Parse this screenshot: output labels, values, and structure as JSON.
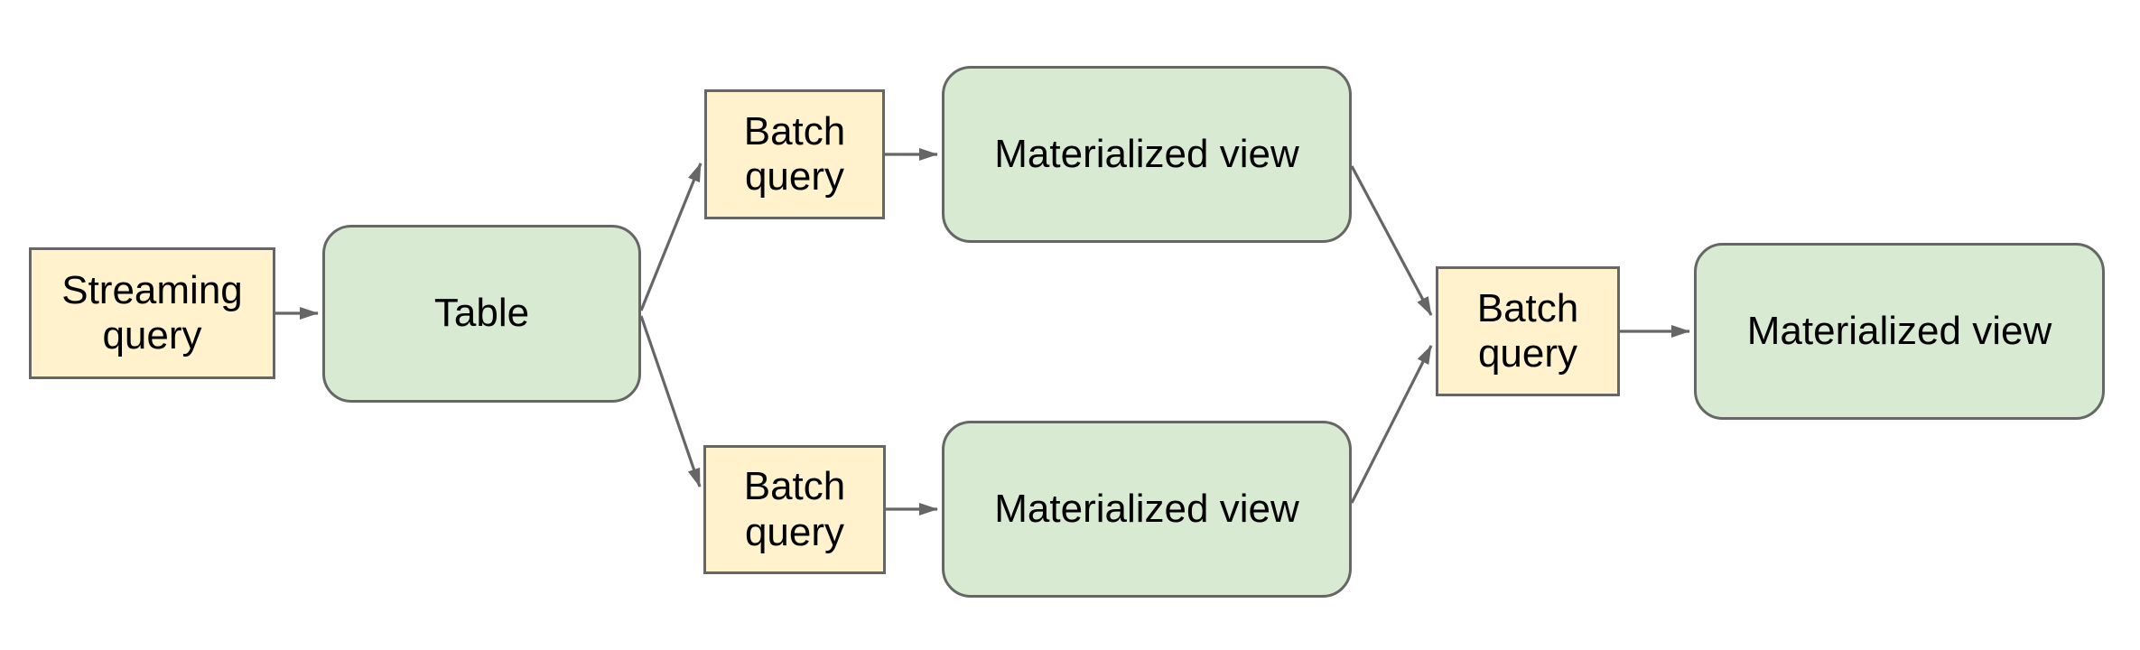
{
  "diagram": {
    "type": "flow-diagram",
    "nodes": {
      "streaming_query": {
        "label": "Streaming query",
        "shape": "rectangle",
        "fill": "#fff2cc"
      },
      "table": {
        "label": "Table",
        "shape": "rounded-rectangle",
        "fill": "#d9ead3"
      },
      "batch_query_top": {
        "label": "Batch query",
        "shape": "rectangle",
        "fill": "#fff2cc"
      },
      "materialized_view_top": {
        "label": "Materialized view",
        "shape": "rounded-rectangle",
        "fill": "#d9ead3"
      },
      "batch_query_bottom": {
        "label": "Batch query",
        "shape": "rectangle",
        "fill": "#fff2cc"
      },
      "materialized_view_bottom": {
        "label": "Materialized view",
        "shape": "rounded-rectangle",
        "fill": "#d9ead3"
      },
      "batch_query_merge": {
        "label": "Batch query",
        "shape": "rectangle",
        "fill": "#fff2cc"
      },
      "materialized_view_final": {
        "label": "Materialized view",
        "shape": "rounded-rectangle",
        "fill": "#d9ead3"
      }
    },
    "edges": [
      {
        "from": "streaming_query",
        "to": "table"
      },
      {
        "from": "table",
        "to": "batch_query_top"
      },
      {
        "from": "batch_query_top",
        "to": "materialized_view_top"
      },
      {
        "from": "table",
        "to": "batch_query_bottom"
      },
      {
        "from": "batch_query_bottom",
        "to": "materialized_view_bottom"
      },
      {
        "from": "materialized_view_top",
        "to": "batch_query_merge"
      },
      {
        "from": "materialized_view_bottom",
        "to": "batch_query_merge"
      },
      {
        "from": "batch_query_merge",
        "to": "materialized_view_final"
      }
    ],
    "colors": {
      "query_fill": "#fff2cc",
      "view_fill": "#d9ead3",
      "border": "#666666",
      "arrow": "#666666",
      "text": "#000000",
      "background": "#ffffff"
    }
  }
}
